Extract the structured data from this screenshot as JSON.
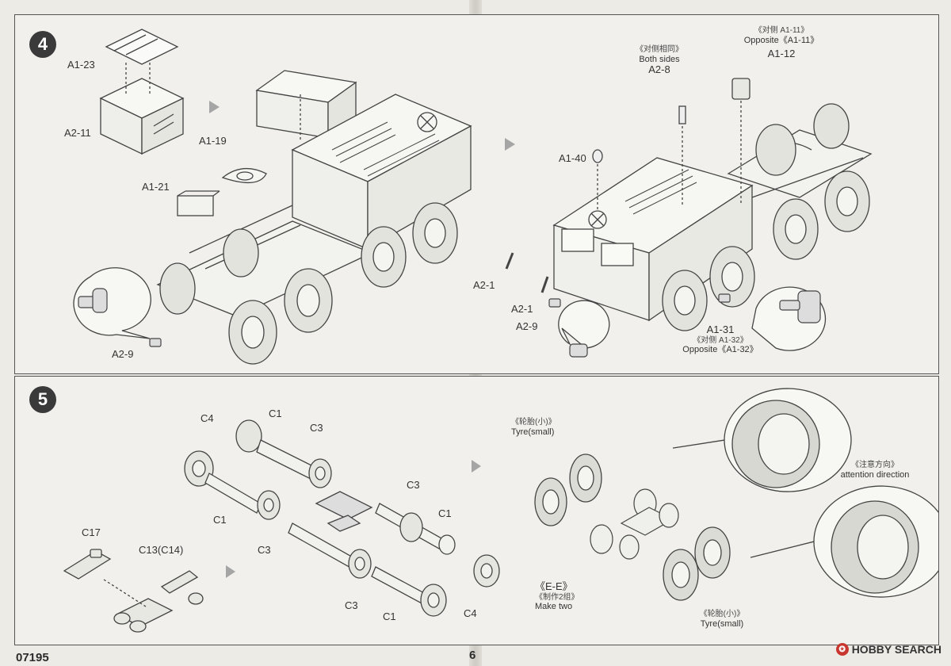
{
  "steps": [
    {
      "number": "4"
    },
    {
      "number": "5"
    }
  ],
  "step4": {
    "left": {
      "labels": [
        "A1-23",
        "A2-11",
        "A1-19",
        "A1-21",
        "A2-9"
      ]
    },
    "right": {
      "both_sides_cn": "《对侧相同》",
      "both_sides_en": "Both sides",
      "a2_8": "A2-8",
      "opposite_a111_cn": "《对侧 A1-11》",
      "opposite_a111_en": "Opposite《A1-11》",
      "a1_12": "A1-12",
      "a1_40": "A1-40",
      "a2_1_top": "A2-1",
      "a2_1_bottom": "A2-1",
      "a2_9": "A2-9",
      "a1_31": "A1-31",
      "opposite_a132_cn": "《对侧 A1-32》",
      "opposite_a132_en": "Opposite《A1-32》"
    }
  },
  "step5": {
    "axle": {
      "c4_top": "C4",
      "c1_top": "C1",
      "c3_top": "C3",
      "c1_mid": "C1",
      "c3_mid": "C3",
      "c3_right": "C3",
      "c1_right": "C1",
      "c3_bottom": "C3",
      "c1_bottom": "C1",
      "c4_bottom": "C4"
    },
    "parts": {
      "c17": "C17",
      "c13": "C13(C14)"
    },
    "tyres": {
      "tyre_small_cn_top": "《轮胎(小)》",
      "tyre_small_en_top": "Tyre(small)",
      "ee": "《E-E》",
      "make_two_cn": "《制作2组》",
      "make_two_en": "Make two",
      "tyre_small_cn_bottom": "《轮胎(小)》",
      "tyre_small_en_bottom": "Tyre(small)",
      "attention_cn": "《注意方向》",
      "attention_en": "attention direction"
    }
  },
  "footer": {
    "code": "07195",
    "page": "6",
    "watermark": "HOBBY SEARCH"
  }
}
